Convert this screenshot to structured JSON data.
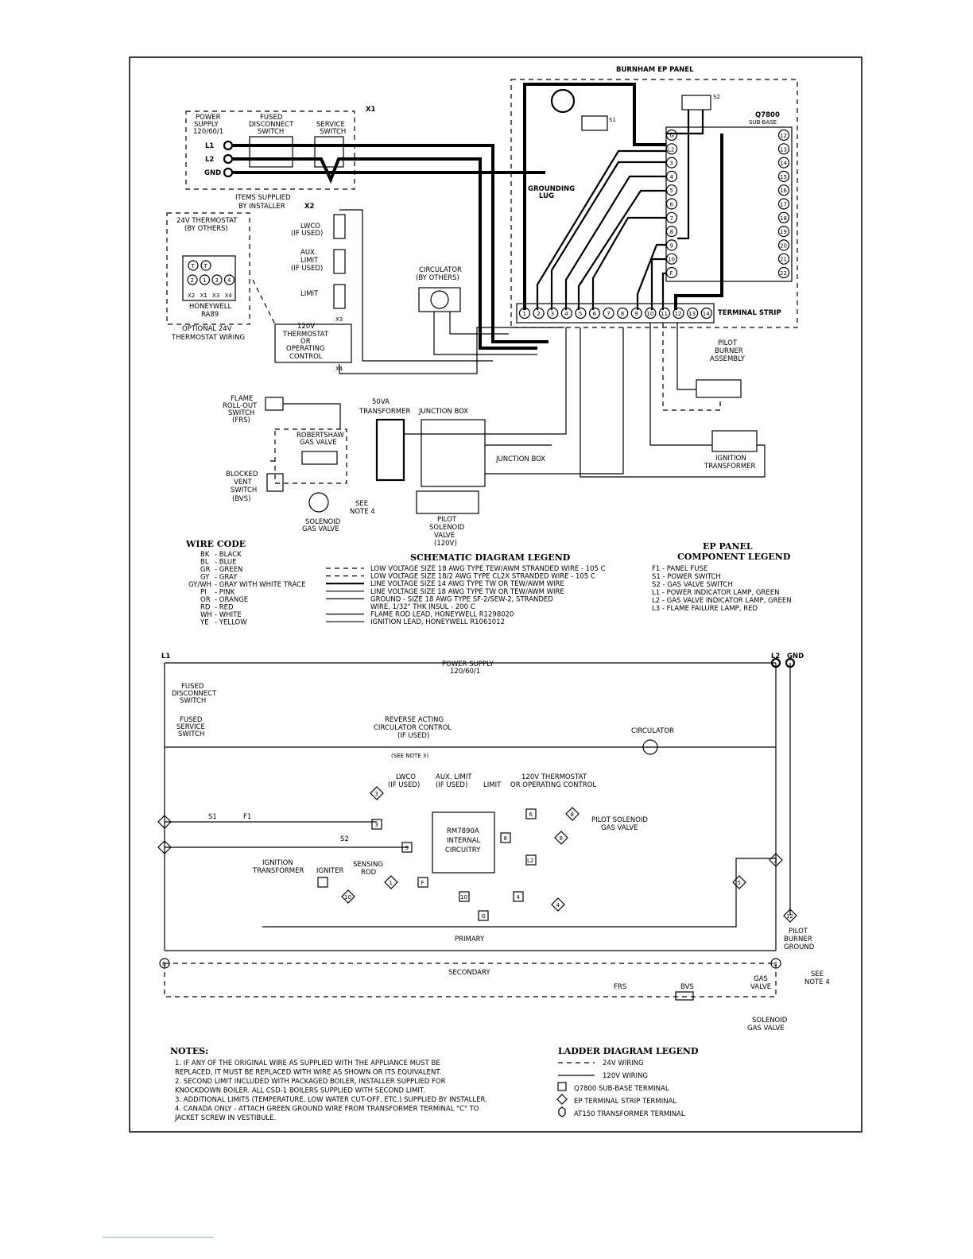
{
  "panel": {
    "title": "BURNHAM EP PANEL",
    "subbase_model": "Q7800",
    "subbase_label": "SUB-BASE",
    "grounding_lug": [
      "GROUNDING",
      "LUG"
    ],
    "terminal_strip": "TERMINAL STRIP",
    "subbase_left": [
      "G",
      "L2",
      "3",
      "4",
      "5",
      "6",
      "7",
      "8",
      "9",
      "10",
      "F"
    ],
    "subbase_right": [
      "12",
      "13",
      "14",
      "15",
      "16",
      "17",
      "18",
      "19",
      "20",
      "21",
      "22"
    ],
    "strip_terminals": [
      "1",
      "2",
      "3",
      "4",
      "5",
      "6",
      "7",
      "8",
      "9",
      "10",
      "11",
      "12",
      "13",
      "14"
    ],
    "s1": "S1",
    "s2": "S2"
  },
  "power": {
    "supply": [
      "POWER",
      "SUPPLY",
      "120/60/1"
    ],
    "l1": "L1",
    "l2": "L2",
    "gnd": "GND",
    "fused": [
      "FUSED",
      "DISCONNECT",
      "SWITCH"
    ],
    "service": [
      "SERVICE",
      "SWITCH"
    ],
    "x1": "X1",
    "x2": "X2",
    "supplied": [
      "ITEMS SUPPLIED",
      "BY INSTALLER"
    ]
  },
  "thermostat": {
    "title": [
      "24V THERMOSTAT",
      "(BY OTHERS)"
    ],
    "t_terms": [
      "T",
      "T"
    ],
    "num_terms": [
      "2",
      "1",
      "3",
      "4"
    ],
    "x_terms": [
      "X2",
      "X1",
      "X3",
      "X4"
    ],
    "model": [
      "HONEYWELL",
      "RA89"
    ],
    "optional": [
      "OPTIONAL 24V",
      "THERMOSTAT WIRING"
    ]
  },
  "limits": {
    "lwco": [
      "LWCO",
      "(IF USED)"
    ],
    "aux": [
      "AUX.",
      "LIMIT",
      "(IF USED)"
    ],
    "limit": "LIMIT",
    "thermostat120": [
      "120V",
      "THERMOSTAT",
      "OR",
      "OPERATING",
      "CONTROL"
    ],
    "x3": "X3",
    "x4": "X4"
  },
  "circulator": [
    "CIRCULATOR",
    "(BY OTHERS)"
  ],
  "pilot_burner": [
    "PILOT",
    "BURNER",
    "ASSEMBLY"
  ],
  "ignition_transformer": [
    "IGNITION",
    "TRANSFORMER"
  ],
  "left_components": {
    "frs": [
      "FLAME",
      "ROLL-OUT",
      "SWITCH",
      "(FRS)"
    ],
    "gas_valve": [
      "ROBERTSHAW",
      "GAS VALVE"
    ],
    "bvs": [
      "BLOCKED",
      "VENT",
      "SWITCH",
      "(BVS)"
    ],
    "solenoid": [
      "SOLENOID",
      "GAS VALVE"
    ],
    "transformer": [
      "50VA",
      "TRANSFORMER"
    ],
    "see_note": [
      "SEE",
      "NOTE 4"
    ],
    "junction_box": "JUNCTION BOX",
    "pilot_valve": [
      "PILOT",
      "SOLENOID",
      "VALVE",
      "(120V)"
    ]
  },
  "wire_code": {
    "title": "WIRE CODE",
    "items": [
      [
        "BK",
        "BLACK"
      ],
      [
        "BL",
        "BLUE"
      ],
      [
        "GR",
        "GREEN"
      ],
      [
        "GY",
        "GRAY"
      ],
      [
        "GY/WH",
        "GRAY WITH WHITE TRACE"
      ],
      [
        "PI",
        "PINK"
      ],
      [
        "OR",
        "ORANGE"
      ],
      [
        "RD",
        "RED"
      ],
      [
        "WH",
        "WHITE"
      ],
      [
        "YE",
        "YELLOW"
      ]
    ]
  },
  "schematic_legend": {
    "title": "SCHEMATIC DIAGRAM LEGEND",
    "items": [
      "LOW VOLTAGE SIZE 18 AWG TYPE TEW/AWM STRANDED WIRE - 105 C",
      "LOW VOLTAGE SIZE 18/2 AWG TYPE CL2X STRANDED WIRE - 105 C",
      "LINE VOLTAGE SIZE 14 AWG TYPE TW OR TEW/AWM WIRE",
      "LINE VOLTAGE SIZE 18 AWG TYPE TW OR TEW/AWM WIRE",
      "GROUND - SIZE 18 AWG TYPE SF-2/SEW-2, STRANDED",
      "WIRE, 1/32\" THK INSUL - 200 C",
      "FLAME ROD LEAD, HONEYWELL R1298020",
      "IGNITION LEAD, HONEYWELL R1061012"
    ]
  },
  "ep_legend": {
    "title": [
      "EP PANEL",
      "COMPONENT LEGEND"
    ],
    "items": [
      "F1 - PANEL FUSE",
      "S1 - POWER SWITCH",
      "S2 - GAS VALVE SWITCH",
      "L1 - POWER INDICATOR LAMP, GREEN",
      "L2 - GAS VALVE INDICATOR LAMP, GREEN",
      "L3 - FLAME FAILURE LAMP, RED"
    ]
  },
  "ladder": {
    "l1": "L1",
    "l2": "L2",
    "gnd": "GND",
    "power": [
      "POWER SUPPLY",
      "120/60/1"
    ],
    "fused_disc": [
      "FUSED",
      "DISCONNECT",
      "SWITCH"
    ],
    "fused_serv": [
      "FUSED",
      "SERVICE",
      "SWITCH"
    ],
    "reverse": [
      "REVERSE ACTING",
      "CIRCULATOR CONTROL",
      "(IF USED)"
    ],
    "see_note3": "(SEE NOTE 3)",
    "circulator": "CIRCULATOR",
    "lwco": [
      "LWCO",
      "(IF USED)"
    ],
    "aux": [
      "AUX. LIMIT",
      "(IF USED)"
    ],
    "limit": "LIMIT",
    "thermo": [
      "120V THERMOSTAT",
      "OR OPERATING CONTROL"
    ],
    "rm": [
      "RM7890A",
      "INTERNAL",
      "CIRCUITRY"
    ],
    "pilot_sol": [
      "PILOT SOLENOID",
      "GAS VALVE"
    ],
    "s1": "S1",
    "f1": "F1",
    "s2": "S2",
    "ign": [
      "IGNITION",
      "TRANSFORMER"
    ],
    "igniter": "IGNITER",
    "sensing": [
      "SENSING",
      "ROD"
    ],
    "pilot_ground": [
      "PILOT",
      "BURNER",
      "GROUND"
    ],
    "primary": "PRIMARY",
    "secondary": "SECONDARY",
    "frs": "FRS",
    "bvs": "BVS",
    "gas_valve": [
      "GAS",
      "VALVE"
    ],
    "sol_gas": [
      "SOLENOID",
      "GAS VALVE"
    ],
    "see_note4": [
      "SEE",
      "NOTE 4"
    ],
    "sq": [
      "3",
      "9",
      "6",
      "8",
      "L2",
      "F",
      "10",
      "4",
      "G"
    ],
    "dm": [
      "3",
      "8",
      "8",
      "5",
      "1",
      "10",
      "4",
      "2",
      "12"
    ],
    "r": "R",
    "c": "C"
  },
  "notes": {
    "title": "NOTES:",
    "items": [
      "1. IF ANY OF THE ORIGINAL WIRE AS SUPPLIED WITH THE APPLIANCE MUST BE",
      "   REPLACED, IT MUST BE REPLACED WITH WIRE AS SHOWN OR ITS EQUIVALENT.",
      "2. SECOND LIMIT INCLUDED WITH PACKAGED BOILER, INSTALLER SUPPLIED FOR",
      "   KNOCKDOWN BOILER. ALL CSD-1 BOILERS SUPPLIED WITH SECOND LIMIT.",
      "3. ADDITIONAL LIMITS (TEMPERATURE, LOW WATER CUT-OFF, ETC.) SUPPLIED BY INSTALLER.",
      "4. CANADA ONLY - ATTACH GREEN GROUND WIRE FROM TRANSFORMER TERMINAL \"C\" TO",
      "   JACKET SCREW IN VESTIBULE."
    ]
  },
  "ladder_legend": {
    "title": "LADDER DIAGRAM LEGEND",
    "items": [
      "24V WIRING",
      "120V WIRING",
      "Q7800 SUB-BASE TERMINAL",
      "EP TERMINAL STRIP TERMINAL",
      "AT150 TRANSFORMER TERMINAL"
    ]
  }
}
